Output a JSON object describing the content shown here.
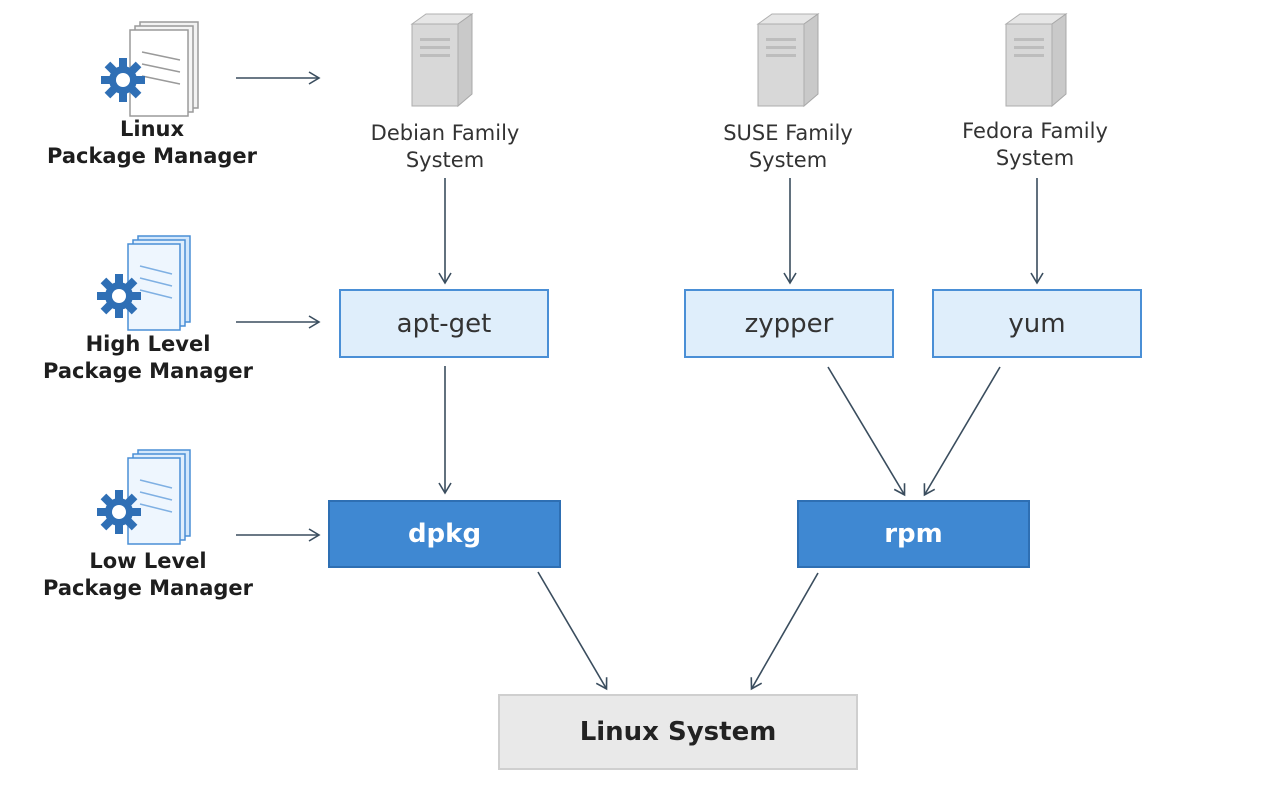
{
  "left_labels": {
    "linux_pm": [
      "Linux",
      "Package Manager"
    ],
    "high_pm": [
      "High Level",
      "Package Manager"
    ],
    "low_pm": [
      "Low Level",
      "Package Manager"
    ]
  },
  "systems": {
    "debian": [
      "Debian Family",
      "System"
    ],
    "suse": [
      "SUSE Family",
      "System"
    ],
    "fedora": [
      "Fedora Family",
      "System"
    ]
  },
  "high_level": {
    "apt_get": "apt-get",
    "zypper": "zypper",
    "yum": "yum"
  },
  "low_level": {
    "dpkg": "dpkg",
    "rpm": "rpm"
  },
  "target": {
    "linux_system": "Linux System"
  },
  "colors": {
    "arrow": "#3a4d5e",
    "high_fill": "#dfeefb",
    "high_border": "#4a8fd6",
    "low_fill": "#3f88d2",
    "sys_fill": "#e9e9e9",
    "gear": "#2f6fb5",
    "server": "#bfbfbf"
  },
  "icons": [
    "gear-document-icon",
    "server-icon"
  ]
}
